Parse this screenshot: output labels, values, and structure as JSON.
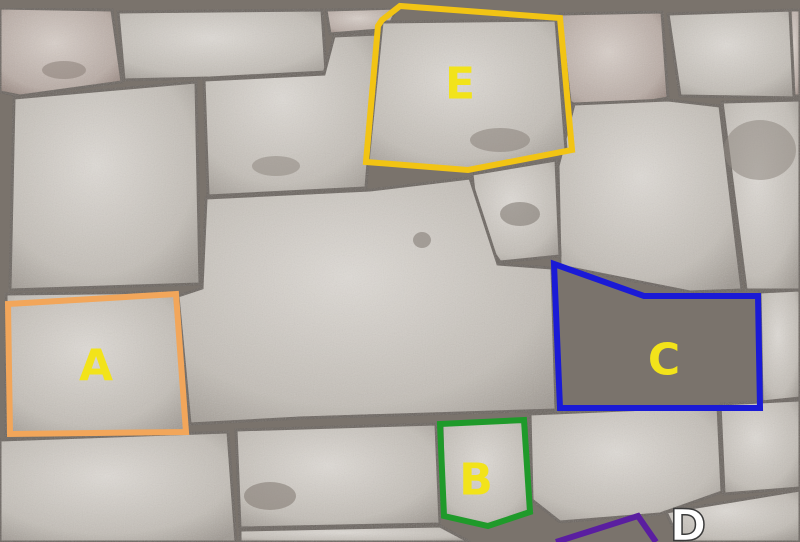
{
  "photo": {
    "subject": "stone-wall",
    "colors": {
      "stone_light": "#d9d6d1",
      "stone_mid": "#bdb8b1",
      "stone_dark": "#a39d96",
      "joint": "#6f6862",
      "rust": "#9a7466",
      "label_text": "#f2e31a"
    }
  },
  "regions": [
    {
      "id": "A",
      "label": "A",
      "outline_color": "#f2a65a"
    },
    {
      "id": "B",
      "label": "B",
      "outline_color": "#1f9a2a"
    },
    {
      "id": "C",
      "label": "C",
      "outline_color": "#1a1ad6"
    },
    {
      "id": "D",
      "label": "D",
      "outline_color": "#5a1ea0"
    },
    {
      "id": "E",
      "label": "E",
      "outline_color": "#f2c414"
    }
  ]
}
